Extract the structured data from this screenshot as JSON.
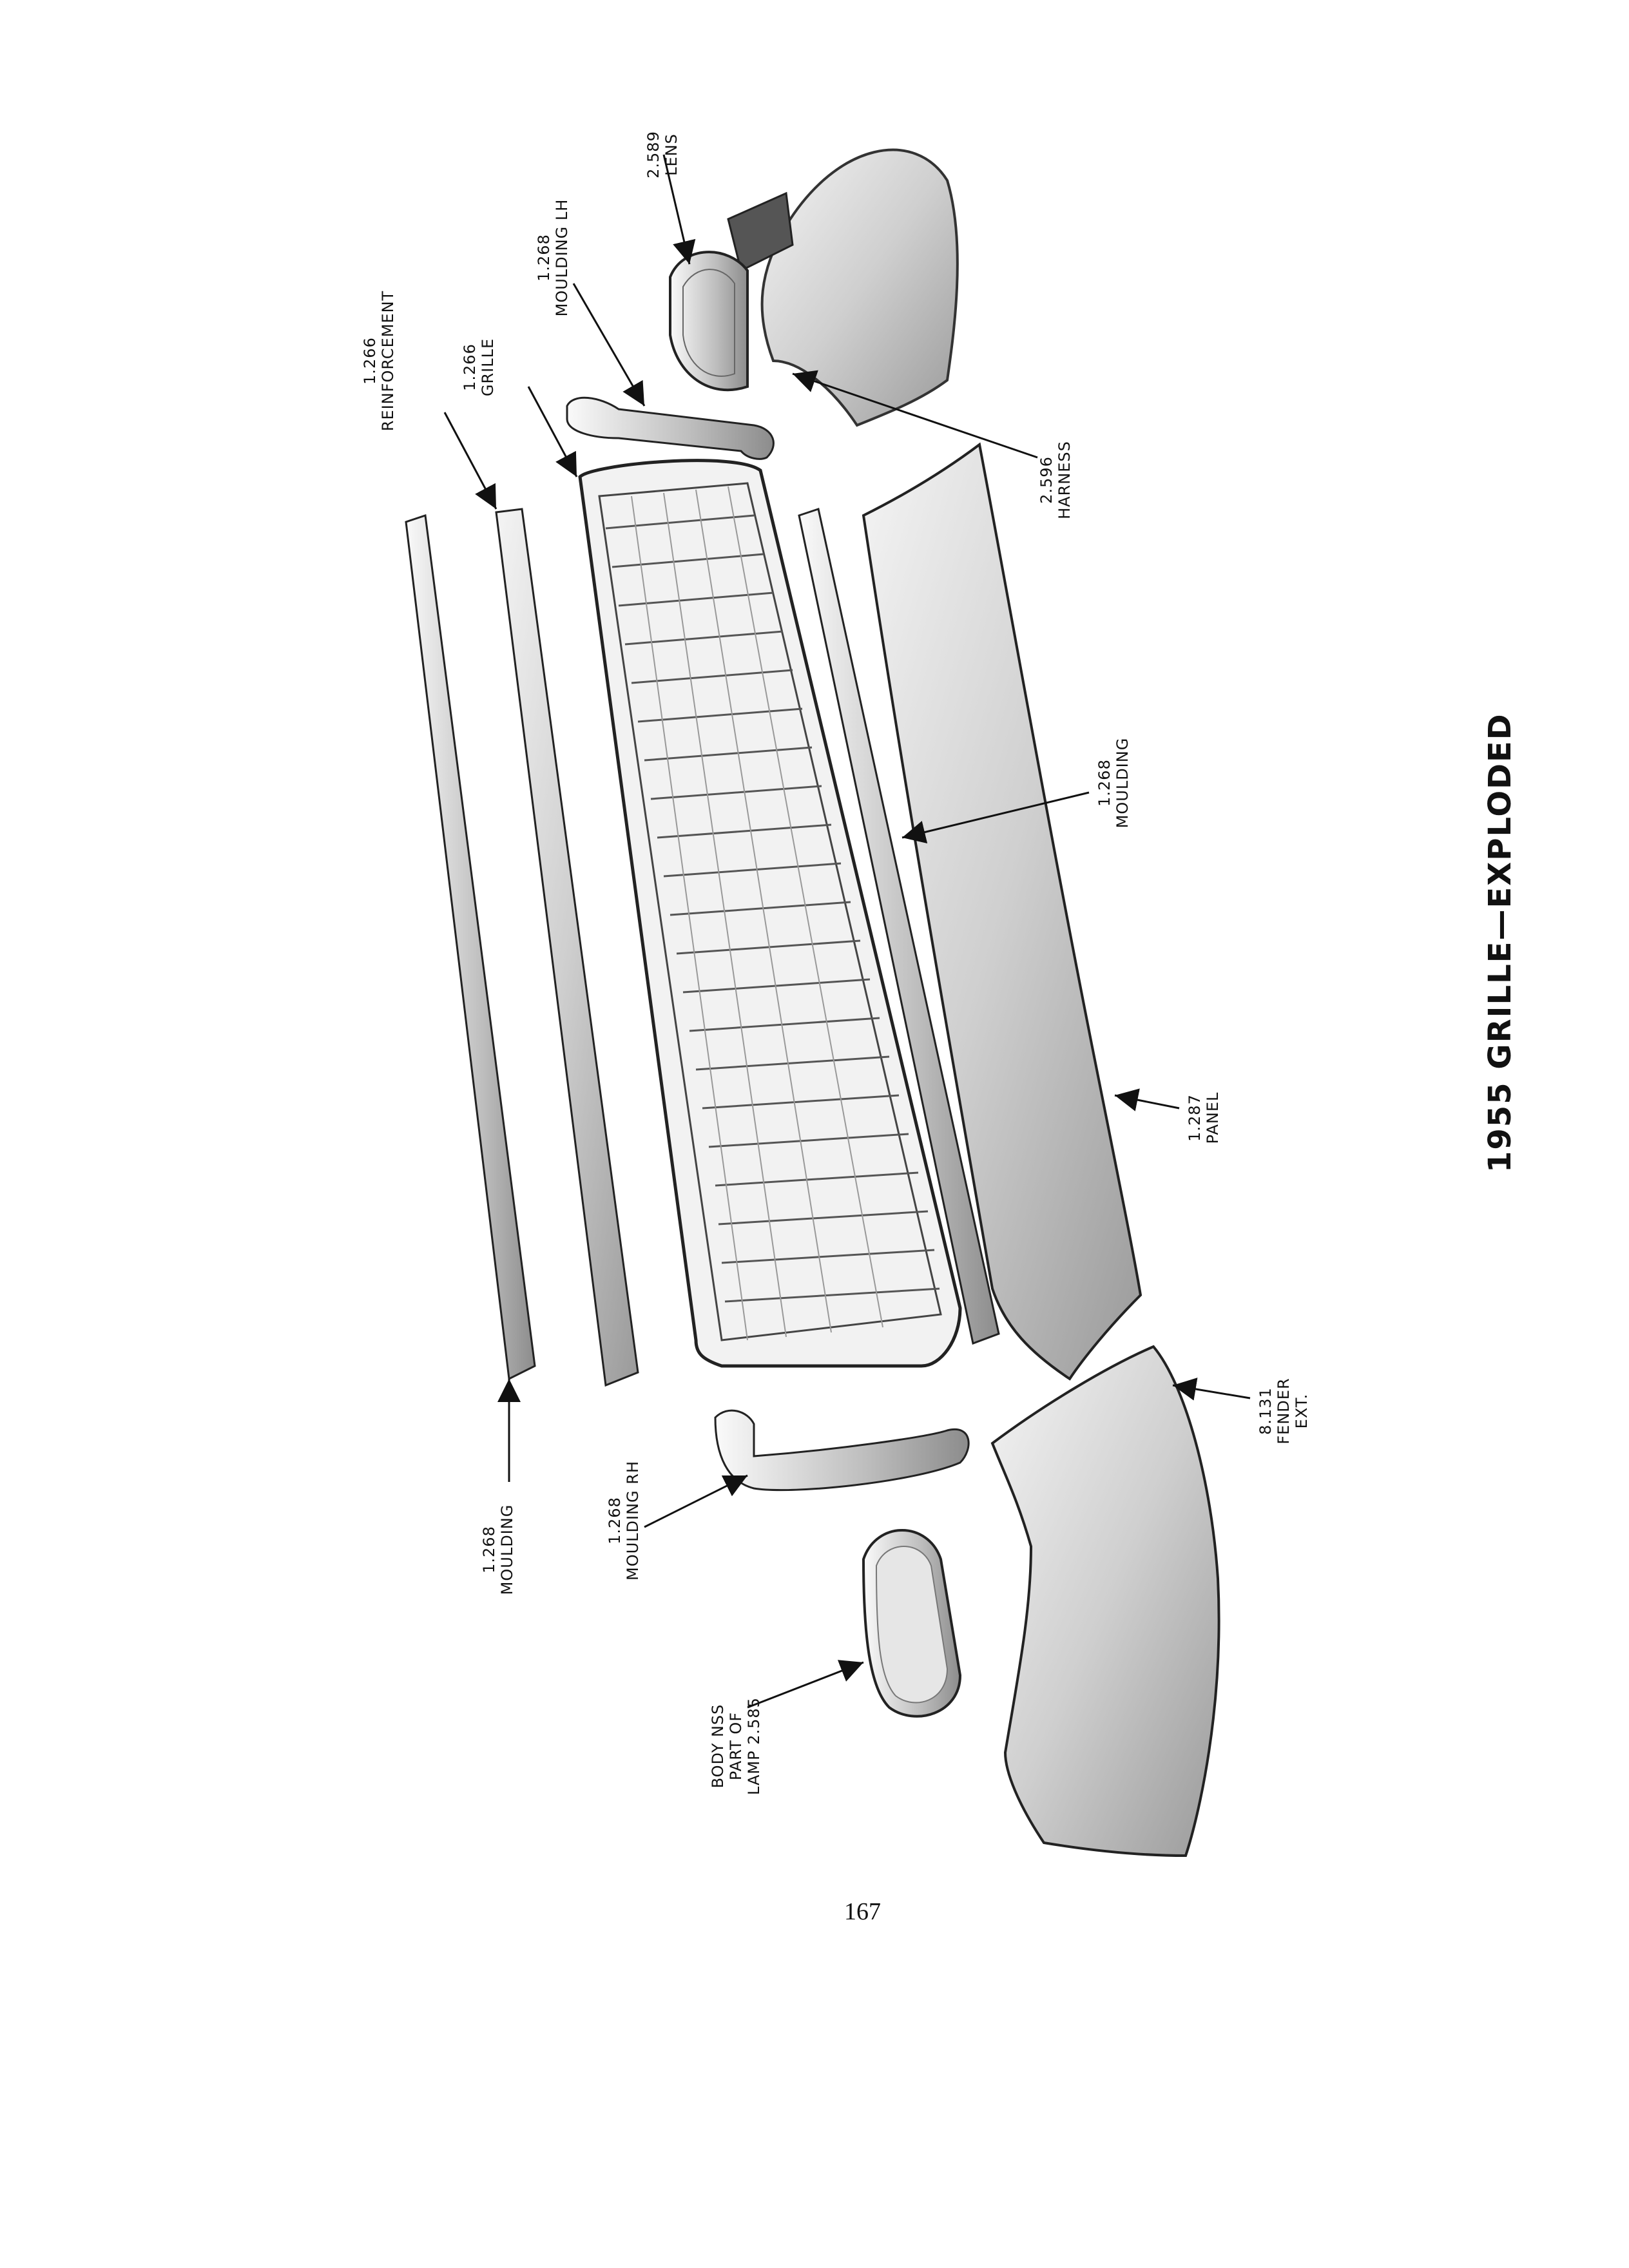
{
  "title": "1955 GRILLE—EXPLODED",
  "page_number": "167",
  "labels": {
    "lens": "2.589\nLENS",
    "moulding_lh": "1.268\nMOULDING LH",
    "grille": "1.266\nGRILLE",
    "reinforcement": "1.266\nREINFORCEMENT",
    "harness": "2.596\nHARNESS",
    "moulding_center": "1.268\nMOULDING",
    "panel": "1.287\nPANEL",
    "fender_ext": "8.131\nFENDER\nEXT.",
    "moulding_left": "1.268\nMOULDING",
    "moulding_rh": "1.268\nMOULDING RH",
    "body_nss": "BODY NSS\nPART OF\nLAMP 2.585"
  }
}
